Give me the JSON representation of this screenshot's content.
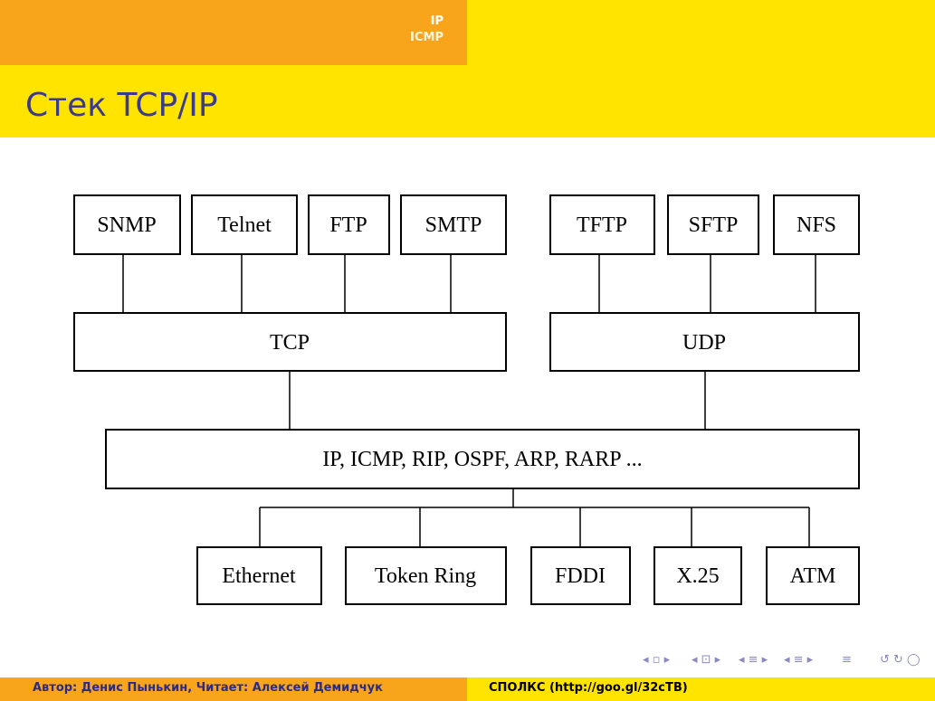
{
  "header": {
    "sections": [
      "IP",
      "ICMP"
    ],
    "title": "Стек TCP/IP"
  },
  "diagram": {
    "app_tcp": [
      "SNMP",
      "Telnet",
      "FTP",
      "SMTP"
    ],
    "app_udp": [
      "TFTP",
      "SFTP",
      "NFS"
    ],
    "transport": [
      "TCP",
      "UDP"
    ],
    "network": "IP, ICMP, RIP, OSPF, ARP, RARP ...",
    "link": [
      "Ethernet",
      "Token Ring",
      "FDDI",
      "X.25",
      "ATM"
    ]
  },
  "navigation": {
    "symbols": [
      "◂ ▫ ▸",
      "◂ ⊡ ▸",
      "◂ ≡ ▸",
      "◂ ≡ ▸",
      "≡",
      "↺ ↻ ◯"
    ]
  },
  "footer": {
    "left": "Автор: Денис Пынькин, Читает: Алексей Демидчук",
    "right": "СПОЛКС (http://goo.gl/32cTB)"
  },
  "colors": {
    "orange": "#f9a51b",
    "yellow": "#ffe400",
    "title": "#3b3b8c",
    "author": "#2a2a8a"
  }
}
